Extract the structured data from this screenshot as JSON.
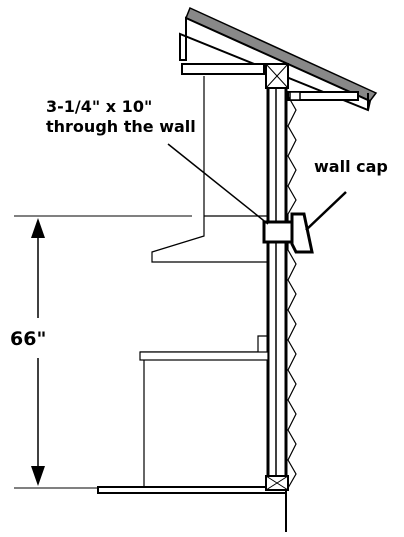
{
  "labels": {
    "duct_size_line1": "3-1/4\" x 10\"",
    "duct_size_line2": "through the wall",
    "wall_cap": "wall cap",
    "mount_height": "66\""
  }
}
